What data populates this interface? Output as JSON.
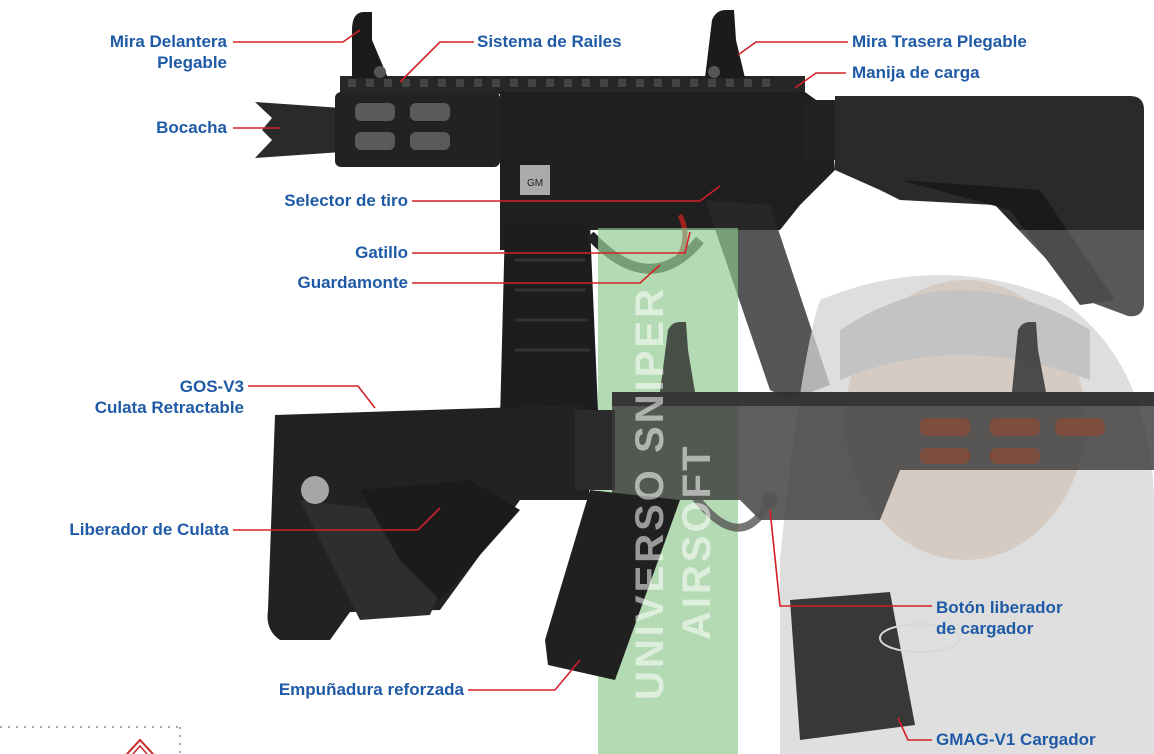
{
  "labels": {
    "mira_delantera_1": "Mira Delantera",
    "mira_delantera_2": "Plegable",
    "sistema_railes": "Sistema de Railes",
    "mira_trasera": "Mira Trasera Plegable",
    "manija_carga": "Manija de carga",
    "bocacha": "Bocacha",
    "selector_tiro": "Selector de tiro",
    "gatillo": "Gatillo",
    "guardamonte": "Guardamonte",
    "gos_v3_1": "GOS-V3",
    "gos_v3_2": "Culata Retractable",
    "liberador_culata": "Liberador de Culata",
    "boton_liberador_1": "Botón liberador",
    "boton_liberador_2": "de cargador",
    "empunadura": "Empuñadura reforzada",
    "gmag": "GMAG-V1 Cargador"
  },
  "watermark": {
    "line1": "UNIVERSO SNIPER",
    "line2": "AIRSOFT"
  },
  "colors": {
    "label_text": "#1f5aa6",
    "leader_line": "#d32027",
    "rifle_body": "#1c1c1c",
    "watermark_band": "#8cc68a"
  },
  "icons": {
    "corner_logo": "warning-triangle-icon"
  }
}
